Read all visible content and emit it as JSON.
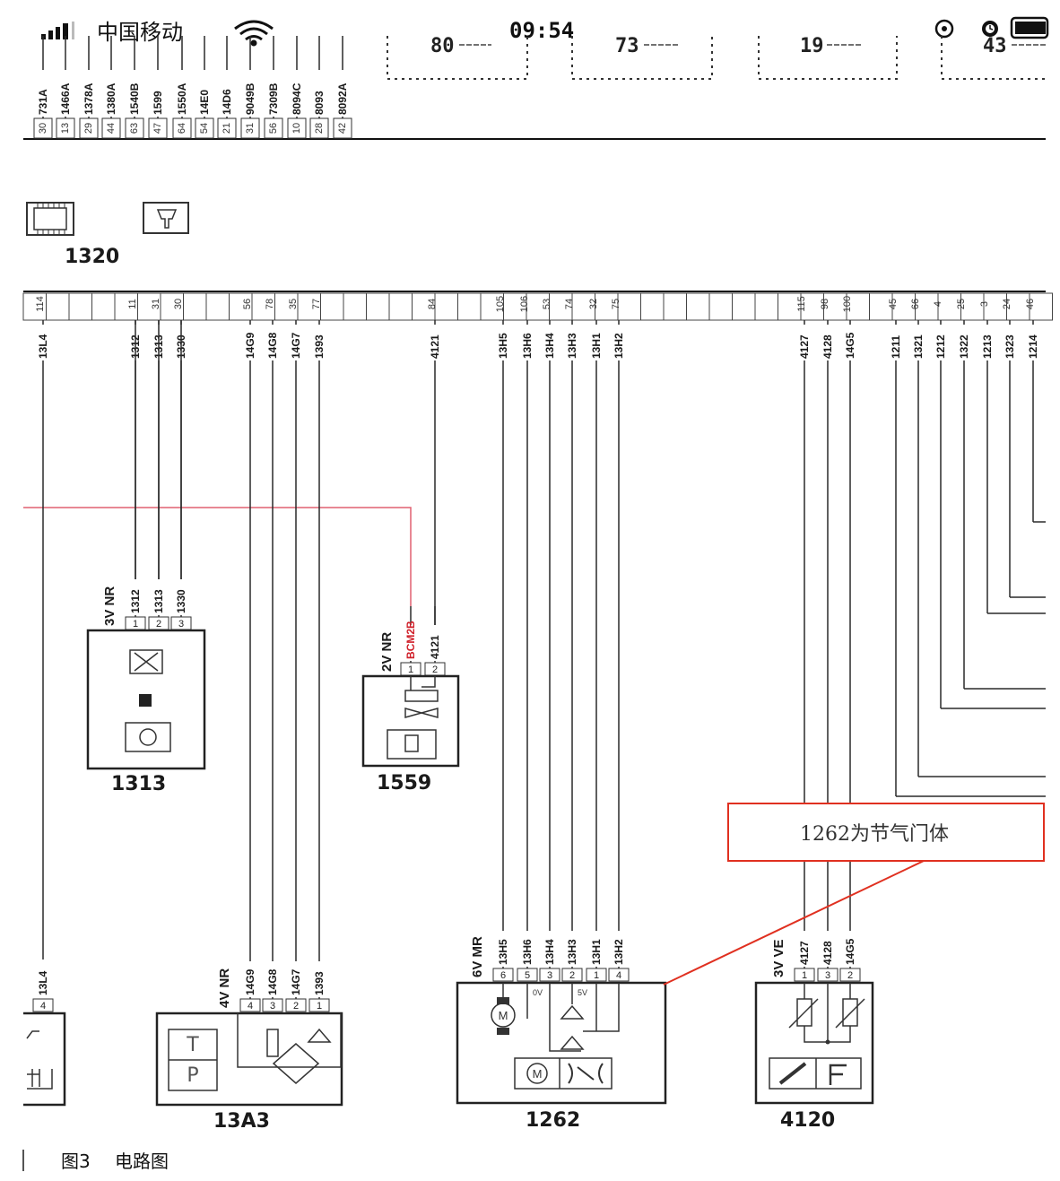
{
  "status_bar": {
    "carrier": "中国移动",
    "time": "09:54"
  },
  "top_boxes": [
    "80",
    "73",
    "19",
    "43"
  ],
  "top_header": {
    "pins": [
      "30",
      "13",
      "29",
      "44",
      "63",
      "47",
      "64",
      "54",
      "21",
      "31",
      "56",
      "10",
      "28",
      "42"
    ],
    "wires": [
      "731A",
      "1466A",
      "1378A",
      "1380A",
      "1540B",
      "1599",
      "1550A",
      "14E0",
      "14D6",
      "9049B",
      "7309B",
      "8094C",
      "8093",
      "8092A"
    ]
  },
  "ecu": {
    "label": "1320",
    "pins": [
      "114",
      "11",
      "31",
      "30",
      "56",
      "78",
      "35",
      "77",
      "84",
      "105",
      "106",
      "53",
      "74",
      "32",
      "75",
      "115",
      "98",
      "100",
      "45",
      "66",
      "4",
      "25",
      "3",
      "24",
      "46"
    ],
    "wires": [
      "13L4",
      "1312",
      "1313",
      "1330",
      "14G9",
      "14G8",
      "14G7",
      "1393",
      "4121",
      "13H5",
      "13H6",
      "13H4",
      "13H3",
      "13H1",
      "13H2",
      "4127",
      "4128",
      "14G5",
      "1211",
      "1321",
      "1212",
      "1322",
      "1213",
      "1323",
      "1214"
    ]
  },
  "components": [
    {
      "id": "1313",
      "connector": "3V NR",
      "pins": [
        "1",
        "2",
        "3"
      ],
      "wires": [
        "1312",
        "1313",
        "1330"
      ]
    },
    {
      "id": "1559",
      "connector": "2V NR",
      "pins": [
        "1",
        "2"
      ],
      "wires": [
        "BCM2B",
        "4121"
      ]
    },
    {
      "id": "13A3",
      "connector": "4V NR",
      "pins": [
        "4",
        "3",
        "2",
        "1"
      ],
      "wires": [
        "14G9",
        "14G8",
        "14G7",
        "1393"
      ]
    },
    {
      "id": "1262",
      "connector": "6V MR",
      "pins": [
        "6",
        "5",
        "3",
        "2",
        "1",
        "4"
      ],
      "wires": [
        "13H5",
        "13H6",
        "13H4",
        "13H3",
        "13H1",
        "13H2"
      ],
      "inner_labels": [
        "0V",
        "5V"
      ]
    },
    {
      "id": "4120",
      "connector": "3V VE",
      "pins": [
        "1",
        "3",
        "2"
      ],
      "wires": [
        "4127",
        "4128",
        "14G5"
      ]
    },
    {
      "id": "left-partial",
      "pins": [
        "4"
      ],
      "wires": [
        "13L4"
      ]
    }
  ],
  "annotation": {
    "text": "1262为节气门体",
    "color": "#e03020"
  },
  "caption": {
    "figure": "图3",
    "title": "电路图"
  },
  "colors": {
    "wire": "#2a2a2a",
    "red_wire": "#e06070",
    "bcm_label": "#d0202a"
  }
}
